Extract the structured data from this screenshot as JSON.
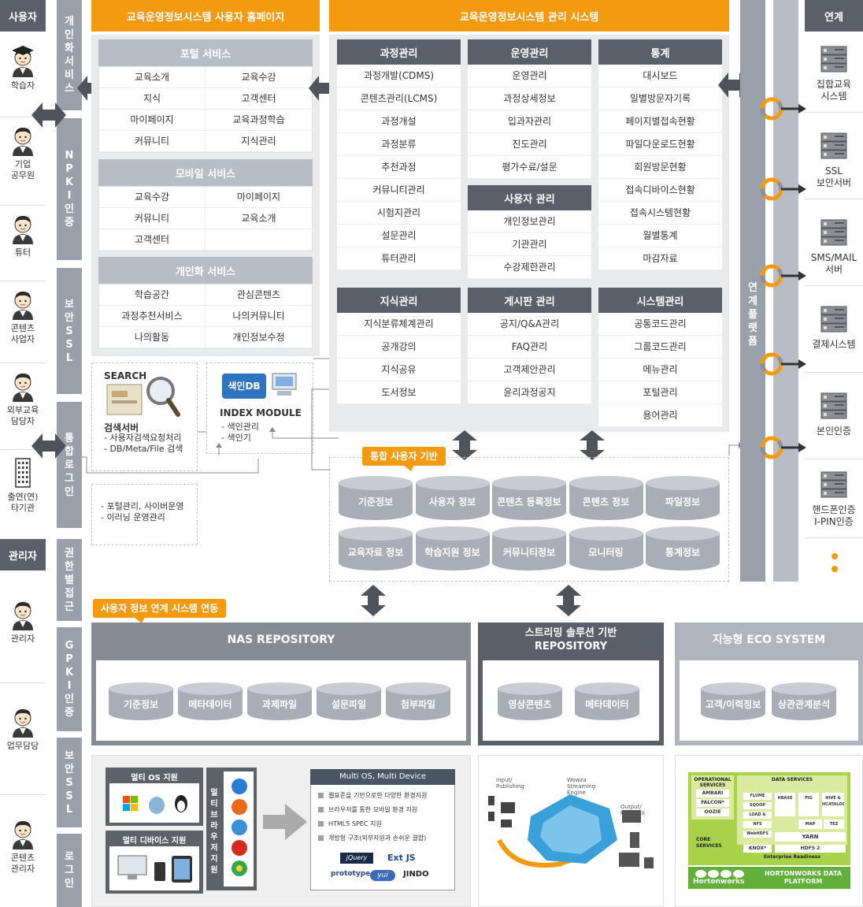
{
  "left": {
    "user_header": "사용자",
    "admin_header": "관리자",
    "users": [
      {
        "label": "학습자",
        "icon": "graduate-icon"
      },
      {
        "label": "기업\n공무원",
        "icon": "officer-icon"
      },
      {
        "label": "튜터",
        "icon": "tutor-icon"
      },
      {
        "label": "콘텐츠\n사업자",
        "icon": "content-provider-icon"
      },
      {
        "label": "외부교육\n담당자",
        "icon": "external-staff-icon"
      },
      {
        "label": "출연(연)\n타기관",
        "icon": "building-icon"
      }
    ],
    "admins": [
      {
        "label": "관리자",
        "icon": "admin-icon"
      },
      {
        "label": "업무담당",
        "icon": "staff-icon"
      },
      {
        "label": "콘텐츠\n관리자",
        "icon": "content-admin-icon"
      }
    ]
  },
  "vbars": {
    "user": [
      "개인화서비스",
      "NPKI인증",
      "보안SSL",
      "통합로그인"
    ],
    "admin": [
      "권한별접근",
      "GPKI인증",
      "보안SSL",
      "로그인"
    ]
  },
  "homepage": {
    "title": "교육운영정보시스템 사용자 홈페이지",
    "portal": {
      "title": "포털 서비스",
      "items": [
        "교육소개",
        "교육수강",
        "지식",
        "고객센터",
        "마이페이지",
        "교육과정학습",
        "커뮤니티",
        "지식관리"
      ]
    },
    "mobile": {
      "title": "모바일 서비스",
      "items": [
        "교육수강",
        "마이페이지",
        "커뮤니티",
        "교육소개",
        "고객센터",
        ""
      ]
    },
    "personal": {
      "title": "개인화 서비스",
      "items": [
        "학습공간",
        "관심콘텐츠",
        "과정추천서비스",
        "나의커뮤니티",
        "나의활동",
        "개인정보수정"
      ]
    }
  },
  "search": {
    "label": "SEARCH",
    "server": "검색서버",
    "lines": [
      "- 사용자검색요청처리",
      "- DB/Meta/File 검색"
    ]
  },
  "index": {
    "db_label": "색인DB",
    "title": "INDEX MODULE",
    "lines": [
      "- 색인관리",
      "- 색인기"
    ]
  },
  "notes": [
    "- 포털관리, 사이버운영",
    "- 이러닝 운영관리"
  ],
  "admin_sys": {
    "title": "교육운영정보시스템 관리 시스템",
    "course": {
      "title": "과정관리",
      "items": [
        "과정개발(CDMS)",
        "콘텐츠관리(LCMS)",
        "과정개설",
        "과정분류",
        "추천과정",
        "커뮤니티관리",
        "시험지관리",
        "설문관리",
        "튜터관리"
      ]
    },
    "operation": {
      "title": "운영관리",
      "items": [
        "운영관리",
        "과정상세정보",
        "입과자관리",
        "진도관리",
        "평가수료/설문"
      ]
    },
    "usermgmt": {
      "title": "사용자 관리",
      "items": [
        "개인정보관리",
        "기관관리",
        "수강제한관리"
      ]
    },
    "stats": {
      "title": "통계",
      "items": [
        "대시보드",
        "일별방문자기록",
        "페이지별접속현황",
        "파일다운로드현황",
        "회원방문현황",
        "접속디바이스현황",
        "접속시스템현황",
        "월별통계",
        "마감자료"
      ]
    },
    "knowledge": {
      "title": "지식관리",
      "items": [
        "지식분류체계관리",
        "공개강의",
        "지식공유",
        "도서정보"
      ]
    },
    "board": {
      "title": "게시판 관리",
      "items": [
        "공지/Q&A관리",
        "FAQ관리",
        "고객제안관리",
        "윤리과정공지"
      ]
    },
    "system": {
      "title": "시스템관리",
      "items": [
        "공통코드관리",
        "그룹코드관리",
        "메뉴관리",
        "포털관리",
        "용어관리"
      ]
    }
  },
  "integrated": {
    "tag": "통합 사용자 기반",
    "row1": [
      "기준정보",
      "사용자 정보",
      "콘텐츠 등록정보",
      "콘텐츠 정보",
      "파일정보"
    ],
    "row2": [
      "교육자료 정보",
      "학습지원 정보",
      "커뮤니티정보",
      "모니터링",
      "통계정보"
    ]
  },
  "platform": "연계플랫폼",
  "right": {
    "header": "연계",
    "items": [
      "집합교육\n시스템",
      "SSL\n보안서버",
      "SMS/MAIL\n서버",
      "결제시스템",
      "본인인증",
      "핸드폰인증\nI-PIN인증"
    ]
  },
  "repos": {
    "tag": "사용자 정보 연계 시스템 연동",
    "nas": {
      "title": "NAS REPOSITORY",
      "items": [
        "기준정보",
        "메타데이터",
        "과제파일",
        "설문파일",
        "첨부파일"
      ]
    },
    "stream": {
      "title1": "스트리밍 솔루션 기반",
      "title2": "REPOSITORY",
      "items": [
        "영상콘텐츠",
        "메타데이터"
      ]
    },
    "eco": {
      "title": "지능형 ECO SYSTEM",
      "items": [
        "고객/이력정보",
        "상관관계분석"
      ]
    }
  },
  "bottom": {
    "multi_os": "멀티 OS 지원",
    "multi_device": "멀티 디바이스 지원",
    "multi_browser": "멀티브라우저지원",
    "panel_title": "Multi OS, Multi Device",
    "panel_lines": [
      "웹표준을 기반으로한 다양한 환경지원",
      "브라우저를 통한 모바일 환경 지원",
      "HTML5 SPEC 지원",
      "개방형 구조(외부자원과 손쉬운 결합)"
    ],
    "libs": [
      "jQuery",
      "Ext JS",
      "prototype",
      "yui",
      "JINDO"
    ],
    "wowza": {
      "title": "Wowza Streaming Engine",
      "input": "Input/ Publishing",
      "output": "Output/ Playback"
    },
    "hadoop": {
      "operational": "OPERATIONAL SERVICES",
      "op_items": [
        "AMBARI",
        "FALCON*",
        "OOZIE"
      ],
      "data": "DATA SERVICES",
      "data_items": [
        "FLUME",
        "SQOOP",
        "LOAD & EXTRACT",
        "NFS",
        "WebHDFS",
        "HBASE",
        "PIG",
        "HIVE & HCATALOG",
        "MAP REDUCE",
        "TEZ"
      ],
      "core": "CORE SERVICES",
      "yarn": "YARN",
      "knox": "KNOX*",
      "hdfs": "HDFS 2",
      "enterprise": "Enterprise Readiness",
      "brand": "Hortonworks",
      "platform": "HORTONWORKS DATA PLATFORM"
    }
  }
}
